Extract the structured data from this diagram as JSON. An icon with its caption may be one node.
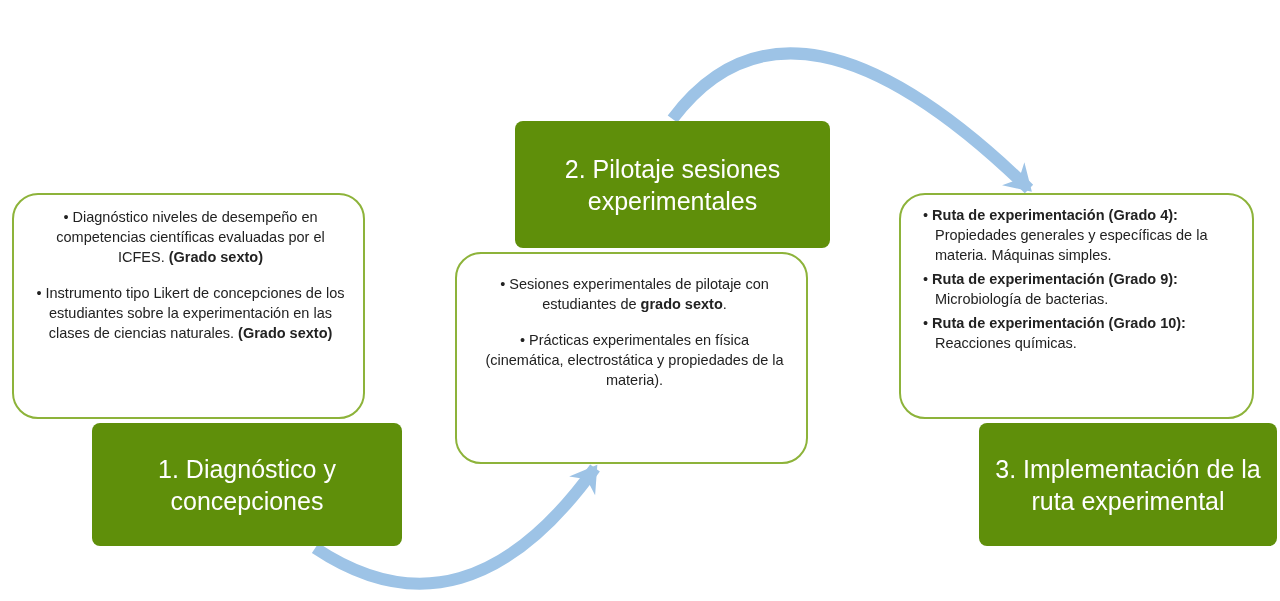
{
  "diagram": {
    "nodes": [
      {
        "text": [
          "• Diagnóstico niveles de desempeño en competencias científicas evaluadas por el ICFES. **(Grado sexto)**",
          "• Instrumento tipo Likert de concepciones de los estudiantes sobre la experimentación en las clases de ciencias naturales. **(Grado sexto)**"
        ]
      },
      {
        "text": [
          "1. Diagnóstico y concepciones"
        ]
      },
      {
        "text": [
          "• Sesiones experimentales de pilotaje con estudiantes de **grado sexto**.",
          "• Prácticas experimentales en física (cinemática, electrostática y propiedades de la materia)."
        ]
      },
      {
        "text": [
          "2. Pilotaje sesiones experimentales"
        ]
      },
      {
        "text": [
          "• **Ruta de experimentación (Grado 4):** Propiedades generales y específicas de la materia. Máquinas simples.",
          "• **Ruta de experimentación (Grado 9):** Microbiología de bacterias.",
          "• **Ruta de experimentación (Grado 10):** Reacciones químicas."
        ]
      },
      {
        "text": [
          "3. Implementación de la ruta experimental"
        ]
      }
    ],
    "edges": [
      {
        "from": 1,
        "to": 2,
        "arrow": "to"
      },
      {
        "from": 3,
        "to": 4,
        "arrow": "to"
      }
    ]
  }
}
